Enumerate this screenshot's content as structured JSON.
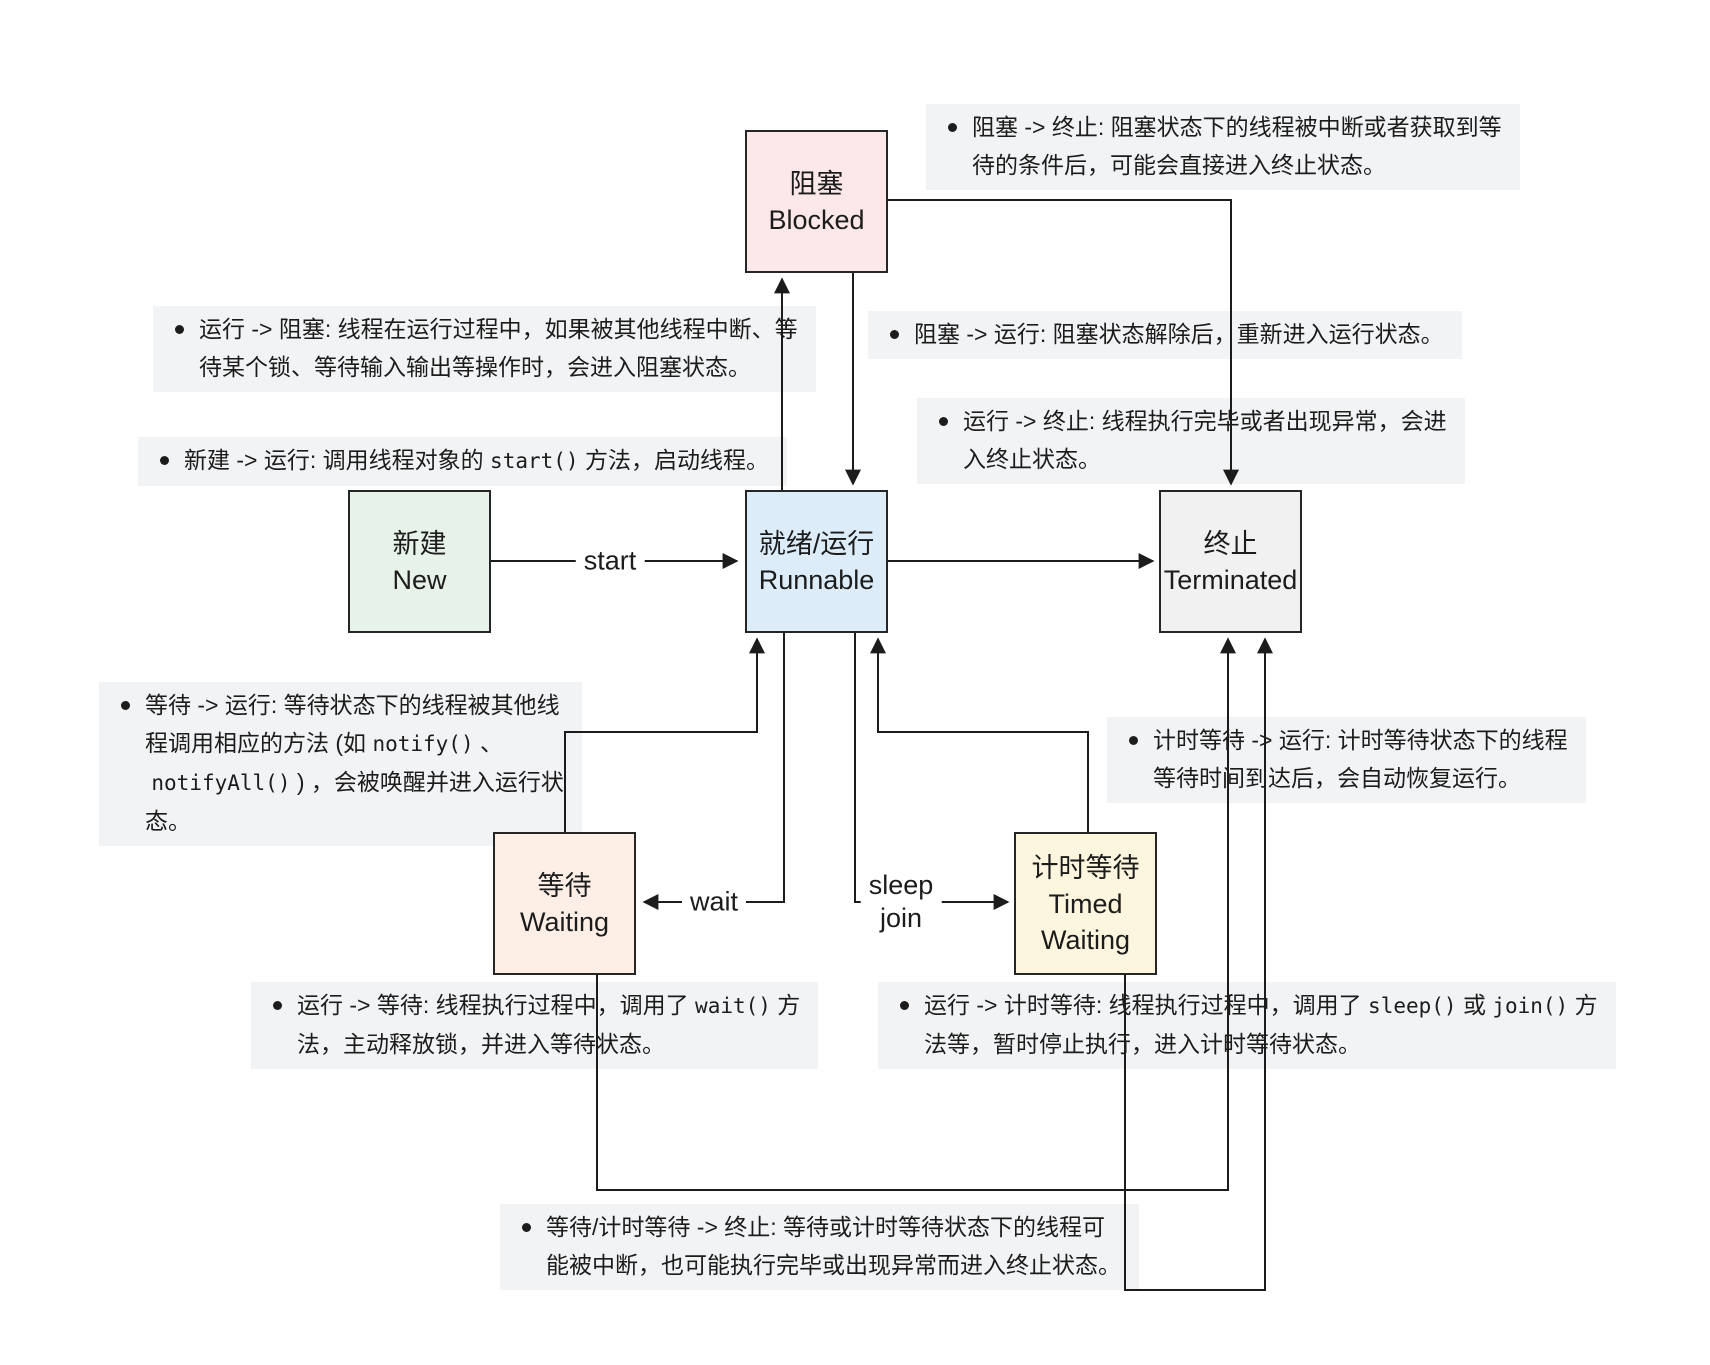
{
  "states": {
    "new": {
      "zh": "新建",
      "en": "New",
      "bg": "#e7f3e8"
    },
    "runnable": {
      "zh": "就绪/运行",
      "en": "Runnable",
      "bg": "#dcedf9"
    },
    "blocked": {
      "zh": "阻塞",
      "en": "Blocked",
      "bg": "#fce8e8"
    },
    "waiting": {
      "zh": "等待",
      "en": "Waiting",
      "bg": "#fdefe6"
    },
    "timed_waiting": {
      "zh": "计时等待",
      "en": "Timed\nWaiting",
      "bg": "#fbf6dd"
    },
    "terminated": {
      "zh": "终止",
      "en": "Terminated",
      "bg": "#f1f1f1"
    }
  },
  "edge_labels": {
    "start": "start",
    "wait": "wait",
    "sleep_join": "sleep\njoin"
  },
  "notes": [
    {
      "id": "blocked-to-terminated",
      "lines": [
        [
          {
            "t": "阻塞 -> 终止: 阻塞状态下的线程被中断或者获取到等"
          }
        ],
        [
          {
            "t": "待的条件后，可能会直接进入终止状态。"
          }
        ]
      ]
    },
    {
      "id": "runnable-to-blocked",
      "lines": [
        [
          {
            "t": "运行 -> 阻塞: 线程在运行过程中，如果被其他线程中断、等"
          }
        ],
        [
          {
            "t": "待某个锁、等待输入输出等操作时，会进入阻塞状态。"
          }
        ]
      ]
    },
    {
      "id": "blocked-to-runnable",
      "lines": [
        [
          {
            "t": "阻塞 -> 运行: 阻塞状态解除后，重新进入运行状态。"
          }
        ]
      ]
    },
    {
      "id": "new-to-runnable",
      "lines": [
        [
          {
            "t": "新建 -> 运行: 调用线程对象的 "
          },
          {
            "t": "start()",
            "code": true
          },
          {
            "t": " 方法，启动线程。"
          }
        ]
      ]
    },
    {
      "id": "runnable-to-terminated",
      "lines": [
        [
          {
            "t": "运行 -> 终止: 线程执行完毕或者出现异常，会进"
          }
        ],
        [
          {
            "t": "入终止状态。"
          }
        ]
      ]
    },
    {
      "id": "waiting-to-runnable",
      "lines": [
        [
          {
            "t": "等待 -> 运行: 等待状态下的线程被其他线"
          }
        ],
        [
          {
            "t": "程调用相应的方法 (如 "
          },
          {
            "t": "notify()",
            "code": true
          },
          {
            "t": " 、"
          }
        ],
        [
          {
            "t": " "
          },
          {
            "t": "notifyAll()",
            "code": true
          },
          {
            "t": " ) ，会被唤醒并进入运行状"
          }
        ],
        [
          {
            "t": "态。"
          }
        ]
      ]
    },
    {
      "id": "timed-waiting-to-runnable",
      "lines": [
        [
          {
            "t": "计时等待 -> 运行: 计时等待状态下的线程"
          }
        ],
        [
          {
            "t": "等待时间到达后，会自动恢复运行。"
          }
        ]
      ]
    },
    {
      "id": "runnable-to-waiting",
      "lines": [
        [
          {
            "t": "运行 -> 等待: 线程执行过程中，调用了 "
          },
          {
            "t": "wait()",
            "code": true
          },
          {
            "t": " 方"
          }
        ],
        [
          {
            "t": "法，主动释放锁，并进入等待状态。"
          }
        ]
      ]
    },
    {
      "id": "runnable-to-timed-waiting",
      "lines": [
        [
          {
            "t": "运行 -> 计时等待: 线程执行过程中，调用了 "
          },
          {
            "t": "sleep()",
            "code": true
          },
          {
            "t": " 或 "
          },
          {
            "t": "join()",
            "code": true
          },
          {
            "t": " 方"
          }
        ],
        [
          {
            "t": "法等，暂时停止执行，进入计时等待状态。"
          }
        ]
      ]
    },
    {
      "id": "waiting-timed-waiting-to-terminated",
      "lines": [
        [
          {
            "t": "等待/计时等待 -> 终止: 等待或计时等待状态下的线程可"
          }
        ],
        [
          {
            "t": "能被中断，也可能执行完毕或出现异常而进入终止状态。"
          }
        ]
      ]
    }
  ],
  "colors": {
    "line": "#1c1c1c",
    "note_bg": "#f2f3f5",
    "text": "#1c1c1c"
  }
}
